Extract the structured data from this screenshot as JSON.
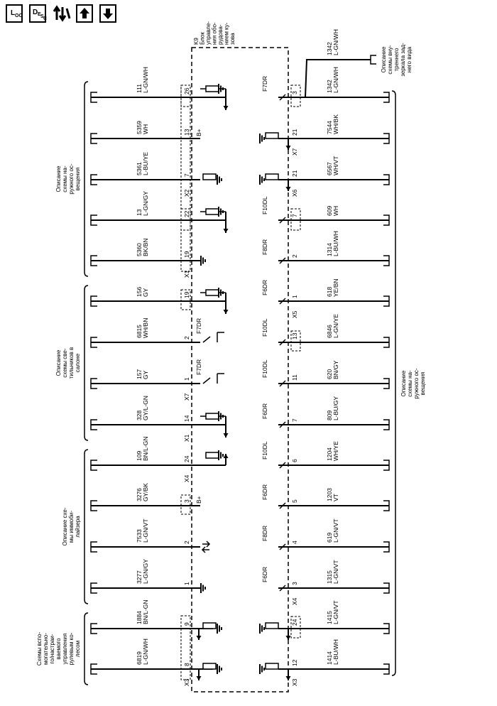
{
  "toolbar": {
    "loc": {
      "main": "L",
      "sub": "OC"
    },
    "desc": {
      "main": "D",
      "sub1": "E",
      "sub2": "S",
      "sub3": "C"
    }
  },
  "module": {
    "label": [
      "K9",
      "Блок",
      "управле-",
      "ния обо-",
      "рудова-",
      "нием ку-",
      "зова"
    ]
  },
  "groups": [
    {
      "id": "g1",
      "lines": [
        "Описание",
        "схемы на-",
        "ружного ос-",
        "вещения"
      ],
      "wires": [
        0,
        1,
        2,
        3,
        4
      ]
    },
    {
      "id": "g2",
      "lines": [
        "Описание",
        "схемы све-",
        "тильников в",
        "салоне"
      ],
      "wires": [
        5,
        6,
        7,
        8
      ]
    },
    {
      "id": "g3",
      "lines": [
        "Описание схе-",
        "мы иммоби-",
        "лайзера"
      ],
      "wires": [
        9,
        10,
        11,
        12
      ]
    },
    {
      "id": "g4",
      "lines": [
        "Схемы вспо-",
        "могательно-",
        "го/настраи-",
        "ваемого",
        "управления",
        "рулевым ко-",
        "лесом"
      ],
      "wires": [
        13,
        14
      ]
    }
  ],
  "left_wires": [
    {
      "num": "111",
      "color": "L-GN/WH",
      "pin": "26",
      "conn": "",
      "load": "lamp-down"
    },
    {
      "num": "5359",
      "color": "WH",
      "pin": "13",
      "conn": "",
      "load": "b-plus"
    },
    {
      "num": "5361",
      "color": "L-BU/YE",
      "pin": "7",
      "conn": "X2",
      "load": "lamp-ground"
    },
    {
      "num": "13",
      "color": "L-GN/GY",
      "pin": "22",
      "conn": "",
      "load": "lamp-down"
    },
    {
      "num": "5360",
      "color": "BK/BN",
      "pin": "19",
      "conn": "X1",
      "load": "ground"
    },
    {
      "num": "156",
      "color": "GY",
      "pin": "19",
      "conn": "",
      "load": "lamp-down"
    },
    {
      "num": "6815",
      "color": "WH/BN",
      "pin": "2",
      "conn": "",
      "load": "fuse",
      "fuse": "F7DR"
    },
    {
      "num": "157",
      "color": "GY",
      "pin": "1",
      "conn": "X7",
      "load": "fuse",
      "fuse": "F7DR"
    },
    {
      "num": "328",
      "color": "GY/L-GN",
      "pin": "14",
      "conn": "X1",
      "load": "lamp-down"
    },
    {
      "num": "109",
      "color": "BN/L-GN",
      "pin": "24",
      "conn": "X4",
      "load": "lamp-up"
    },
    {
      "num": "3276",
      "color": "GY/BK",
      "pin": "3",
      "conn": "",
      "load": "b-plus"
    },
    {
      "num": "7533",
      "color": "L-GN/VT",
      "pin": "2",
      "conn": "",
      "load": "arrows"
    },
    {
      "num": "3277",
      "color": "L-GN/GY",
      "pin": "1",
      "conn": "",
      "load": "ground"
    },
    {
      "num": "1884",
      "color": "BN/L-GN",
      "pin": "9",
      "conn": "",
      "load": "lamp-ground-down"
    },
    {
      "num": "6819",
      "color": "L-GN/WH",
      "pin": "8",
      "conn": "X3",
      "load": "lamp-ground-down"
    }
  ],
  "right_wires": [
    {
      "num": "1342",
      "color": "L-GN/WH",
      "pin": "3",
      "conn": "",
      "fuse": "F7DR",
      "load": "fuse"
    },
    {
      "num": "7544",
      "color": "WH/BK",
      "pin": "21",
      "conn": "X7",
      "fuse": "",
      "load": "lamp-ground"
    },
    {
      "num": "6567",
      "color": "WH/VT",
      "pin": "21",
      "conn": "X6",
      "fuse": "",
      "load": "lamp-ground"
    },
    {
      "num": "609",
      "color": "WH",
      "pin": "7",
      "conn": "",
      "fuse": "F10DL",
      "load": "fuse"
    },
    {
      "num": "1314",
      "color": "L-BU/WH",
      "pin": "2",
      "conn": "",
      "fuse": "F8DR",
      "load": "fuse"
    },
    {
      "num": "618",
      "color": "YE/BN",
      "pin": "1",
      "conn": "X5",
      "fuse": "F6DR",
      "load": "fuse"
    },
    {
      "num": "6846",
      "color": "L-GN/YE",
      "pin": "13",
      "conn": "",
      "fuse": "F10DL",
      "load": "fuse"
    },
    {
      "num": "620",
      "color": "BN/GY",
      "pin": "11",
      "conn": "",
      "fuse": "F10DL",
      "load": "fuse"
    },
    {
      "num": "809",
      "color": "L-BU/GY",
      "pin": "7",
      "conn": "",
      "fuse": "F6DR",
      "load": "fuse"
    },
    {
      "num": "1204",
      "color": "WH/YE",
      "pin": "6",
      "conn": "",
      "fuse": "F10DL",
      "load": "fuse"
    },
    {
      "num": "1203",
      "color": "VT",
      "pin": "5",
      "conn": "",
      "fuse": "F6DR",
      "load": "fuse"
    },
    {
      "num": "619",
      "color": "L-GN/VT",
      "pin": "4",
      "conn": "",
      "fuse": "F8DR",
      "load": "fuse"
    },
    {
      "num": "1315",
      "color": "L-GN/VT",
      "pin": "3",
      "conn": "X4",
      "fuse": "F6DR",
      "load": "fuse"
    },
    {
      "num": "1415",
      "color": "L-GN/VT",
      "pin": "24",
      "conn": "",
      "fuse": "",
      "load": "lamp-ground"
    },
    {
      "num": "1414",
      "color": "L-BU/WH",
      "pin": "12",
      "conn": "X3",
      "fuse": "",
      "load": "lamp-ground"
    }
  ],
  "top_right_wire": {
    "num": "1342",
    "color": "L-GN/WH"
  },
  "right_group": {
    "lines": [
      "Описание",
      "схемы на-",
      "ружного ос-",
      "вещения"
    ]
  },
  "top_right_label": {
    "lines": [
      "Описание",
      "схемы вну-",
      "треннего",
      "зеркала зад-",
      "него вида"
    ]
  },
  "symbols": {
    "b_plus": "B+"
  }
}
